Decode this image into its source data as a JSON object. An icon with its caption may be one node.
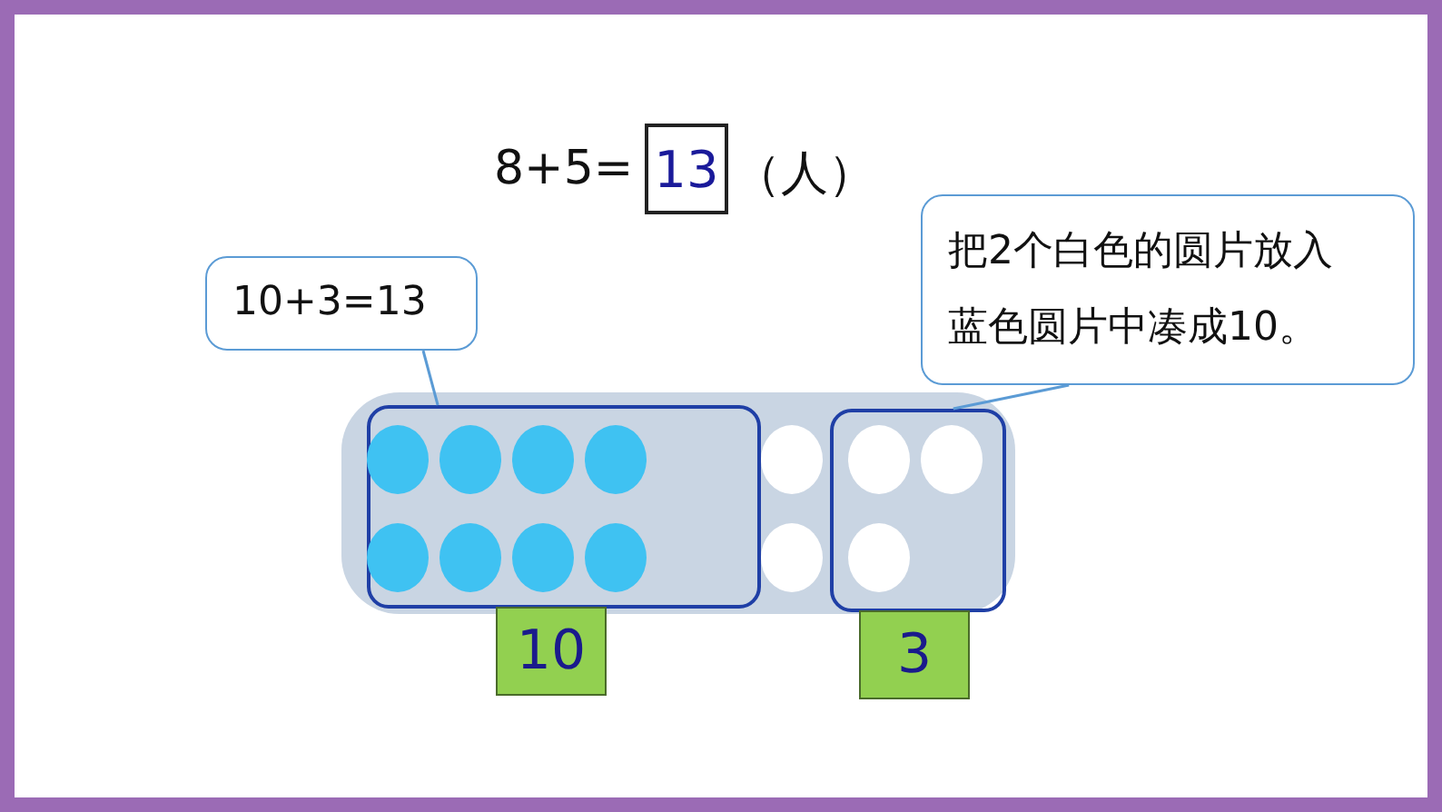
{
  "diagram": {
    "nodes": [
      {
        "text": [
          "13"
        ]
      },
      {
        "text": [
          "10+3=13"
        ]
      },
      {
        "text": [
          "把2个白色的圆片放入蓝色圆片中凑成10。"
        ]
      },
      {
        "text": [],
        "shape": "box"
      },
      {
        "text": [],
        "shape": "box",
        "in": 3
      },
      {
        "text": [],
        "shape": "box",
        "in": 3
      },
      {
        "text": [
          "10"
        ]
      },
      {
        "text": [
          "3"
        ]
      }
    ],
    "edges": [
      {
        "from": 1,
        "to": 4,
        "arrow": "none"
      },
      {
        "from": 2,
        "to": 5,
        "arrow": "none"
      }
    ],
    "labels": [
      "8+5=",
      "（人）"
    ]
  }
}
